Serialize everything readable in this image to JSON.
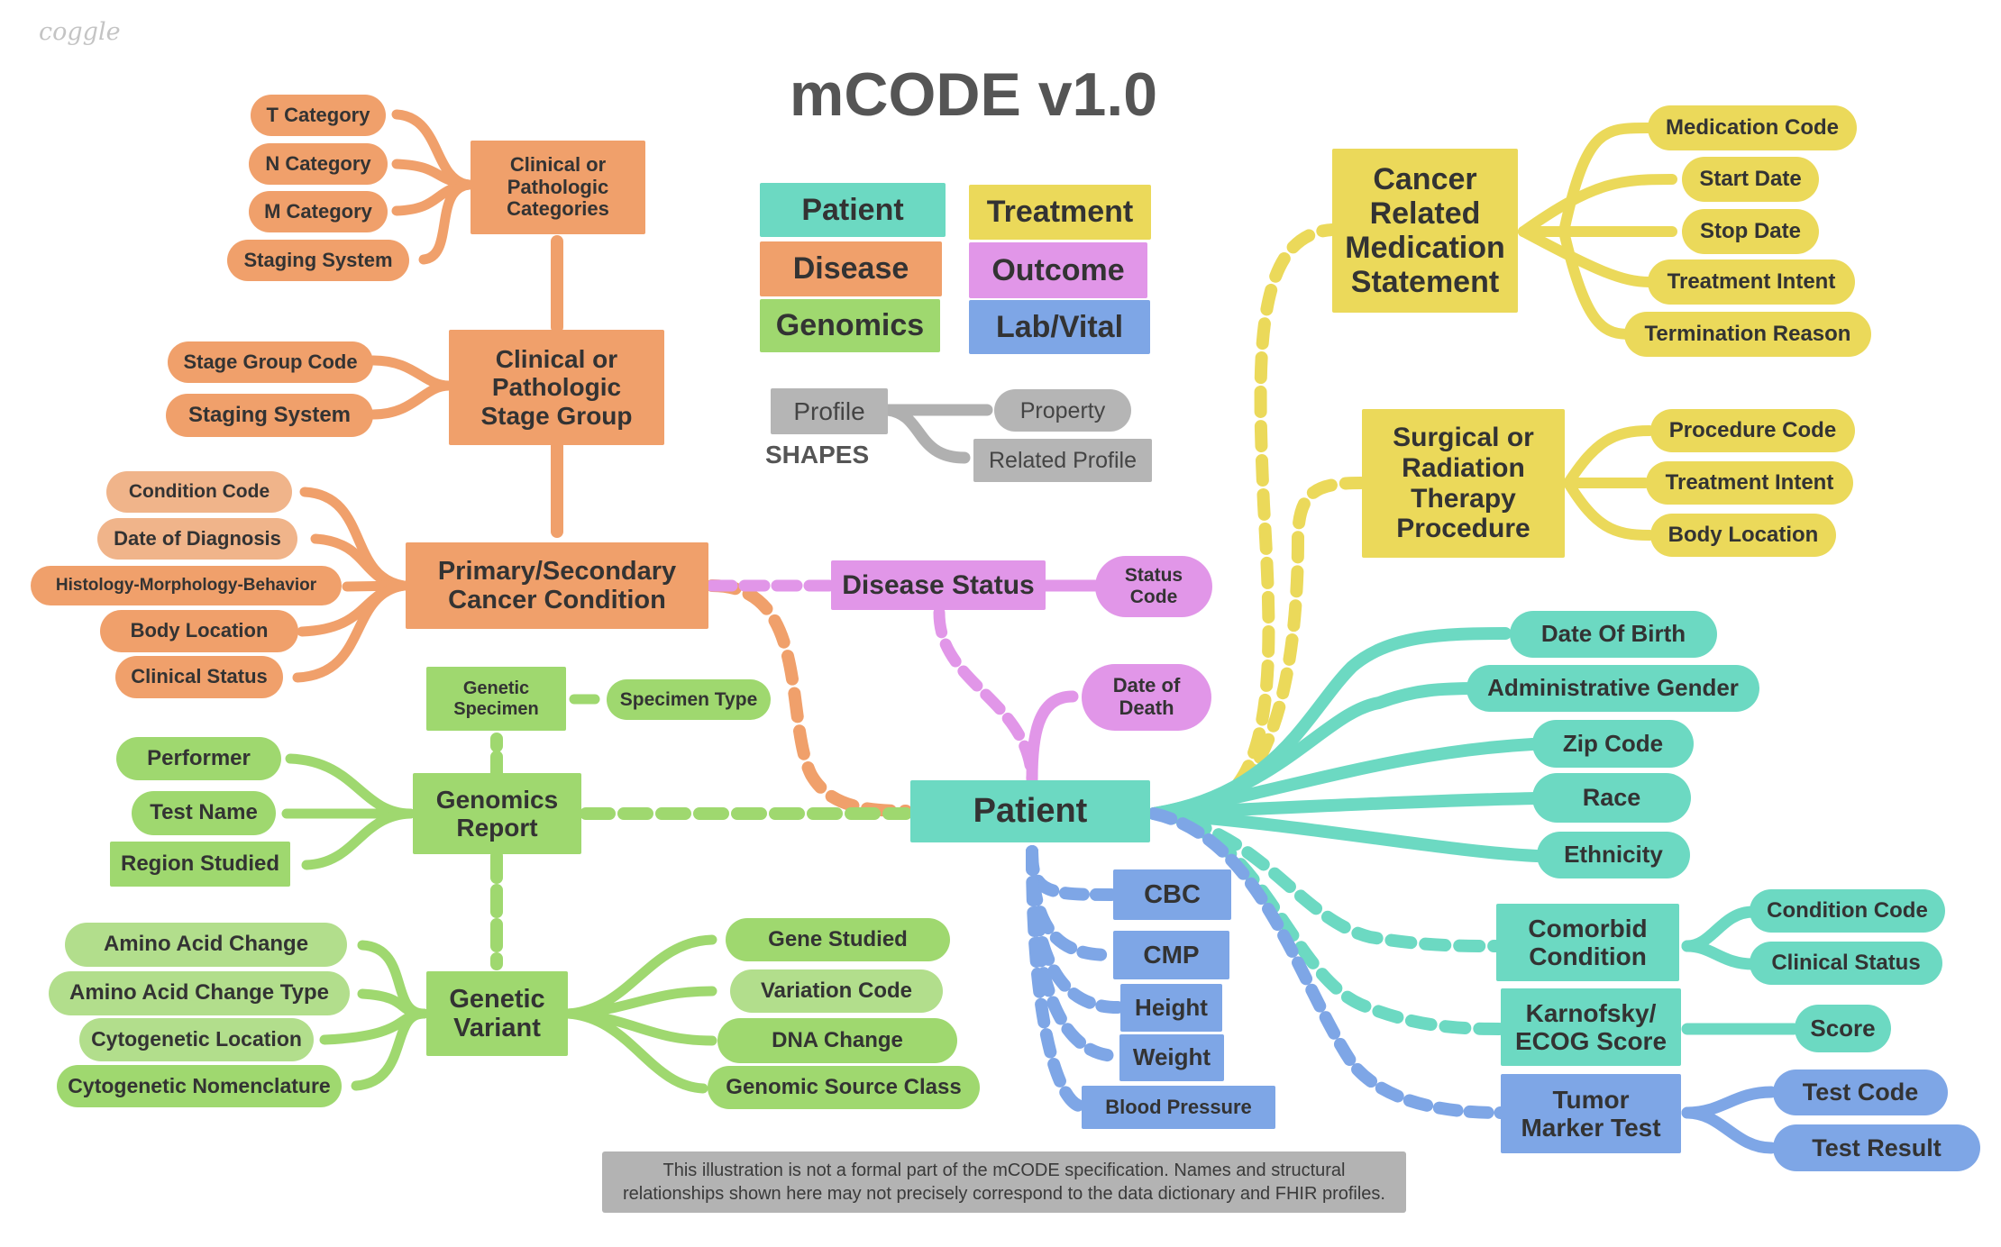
{
  "app": {
    "watermark": "coggle",
    "title": "mCODE v1.0"
  },
  "colors": {
    "patient": "#6cd9c2",
    "disease": "#f0a06b",
    "genomics": "#9fd86f",
    "treatment": "#ebd95a",
    "outcome": "#e196e8",
    "lab_vital": "#7ea6e6",
    "shapes": "#b0b0b0"
  },
  "legend": {
    "patient": "Patient",
    "treatment": "Treatment",
    "disease": "Disease",
    "outcome": "Outcome",
    "genomics": "Genomics",
    "lab_vital": "Lab/Vital",
    "profile": "Profile",
    "property": "Property",
    "related_profile": "Related Profile",
    "shapes": "SHAPES"
  },
  "nodes": {
    "t_category": "T Category",
    "n_category": "N Category",
    "m_category": "M Category",
    "staging_system_1": "Staging System",
    "clinical_pathologic_categories": "Clinical or\nPathologic\nCategories",
    "stage_group_code": "Stage Group Code",
    "staging_system_2": "Staging System",
    "clinical_pathologic_stage_group": "Clinical or\nPathologic\nStage Group",
    "condition_code_d": "Condition Code",
    "date_of_diagnosis": "Date of Diagnosis",
    "histology": "Histology-Morphology-Behavior",
    "body_location_d": "Body Location",
    "clinical_status_d": "Clinical Status",
    "primary_secondary_cancer": "Primary/Secondary\nCancer Condition",
    "disease_status": "Disease Status",
    "status_code": "Status\nCode",
    "date_of_death": "Date of\nDeath",
    "genetic_specimen": "Genetic\nSpecimen",
    "specimen_type": "Specimen Type",
    "performer": "Performer",
    "test_name": "Test Name",
    "region_studied": "Region Studied",
    "genomics_report": "Genomics\nReport",
    "amino_acid_change": "Amino Acid Change",
    "amino_acid_change_type": "Amino Acid Change Type",
    "cytogenetic_location": "Cytogenetic Location",
    "cytogenetic_nomenclature": "Cytogenetic Nomenclature",
    "genetic_variant": "Genetic\nVariant",
    "gene_studied": "Gene Studied",
    "variation_code": "Variation Code",
    "dna_change": "DNA Change",
    "genomic_source_class": "Genomic Source Class",
    "patient": "Patient",
    "cbc": "CBC",
    "cmp": "CMP",
    "height": "Height",
    "weight": "Weight",
    "blood_pressure": "Blood Pressure",
    "cancer_related_medication": "Cancer\nRelated\nMedication\nStatement",
    "medication_code": "Medication Code",
    "start_date": "Start Date",
    "stop_date": "Stop Date",
    "treatment_intent_m": "Treatment Intent",
    "termination_reason": "Termination Reason",
    "surgical_radiation": "Surgical or\nRadiation\nTherapy\nProcedure",
    "procedure_code": "Procedure Code",
    "treatment_intent_s": "Treatment Intent",
    "body_location_s": "Body Location",
    "date_of_birth": "Date Of Birth",
    "administrative_gender": "Administrative Gender",
    "zip_code": "Zip Code",
    "race": "Race",
    "ethnicity": "Ethnicity",
    "comorbid_condition": "Comorbid\nCondition",
    "condition_code_c": "Condition Code",
    "clinical_status_c": "Clinical Status",
    "karnofsky": "Karnofsky/\nECOG Score",
    "score": "Score",
    "tumor_marker_test": "Tumor\nMarker Test",
    "test_code": "Test Code",
    "test_result": "Test Result"
  },
  "disclaimer": "This illustration is not a formal part of the mCODE specification. Names and structural\nrelationships shown here may not precisely correspond to the data dictionary and FHIR profiles."
}
